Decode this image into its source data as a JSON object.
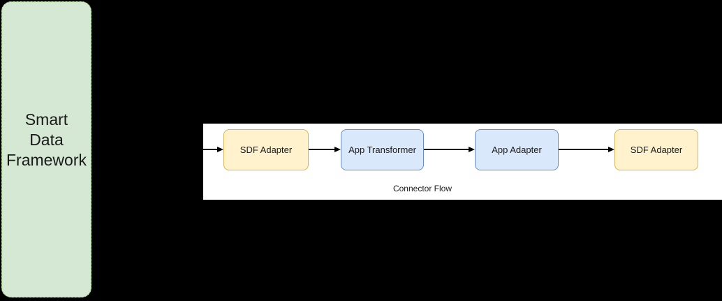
{
  "diagram": {
    "framework_box": {
      "lines": [
        "Smart",
        "Data",
        "Framework"
      ]
    },
    "connector_flow": {
      "label": "Connector Flow",
      "nodes": [
        {
          "label": "SDF Adapter",
          "type": "sdf"
        },
        {
          "label": "App Transformer",
          "type": "app"
        },
        {
          "label": "App Adapter",
          "type": "app"
        },
        {
          "label": "SDF Adapter",
          "type": "sdf"
        }
      ],
      "arrow_count": 4
    }
  },
  "colors": {
    "canvas_background": "#000000",
    "framework_fill": "#d5e8d4",
    "framework_border": "#82b366",
    "flow_container_fill": "#ffffff",
    "sdf_node_fill": "#fff2cc",
    "sdf_node_border": "#d6b656",
    "app_node_fill": "#dae8fc",
    "app_node_border": "#6c8ebf",
    "arrow": "#000000",
    "text": "#1a1a1a"
  }
}
